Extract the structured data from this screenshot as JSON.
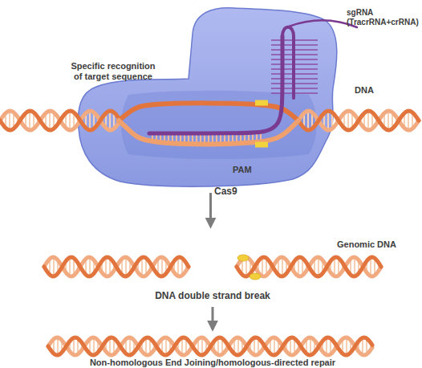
{
  "diagram": {
    "nodes": [
      {
        "text": [
          "Cas9"
        ]
      },
      {
        "text": [
          "Genomic DNA",
          "DNA double strand break"
        ]
      },
      {
        "text": [
          "Non-homologous End Joining/homologous-directed repair"
        ]
      }
    ],
    "edges": [
      {
        "from": 0,
        "to": 1,
        "arrow": "to"
      },
      {
        "from": 1,
        "to": 2,
        "arrow": "to"
      }
    ],
    "labels": [
      "Specific recognition of target sequence",
      "sgRNA (TracrRNA+crRNA)",
      "DNA",
      "PAM"
    ]
  }
}
